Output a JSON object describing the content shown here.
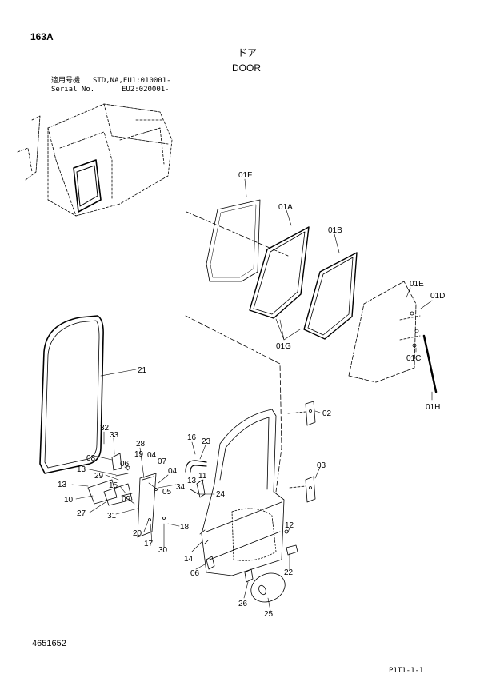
{
  "header": {
    "page_code": "163A",
    "title_jp": "ドア",
    "title_en": "DOOR",
    "applicable_jp": "適用号機",
    "serial_label": "Serial No.",
    "serial_1": "STD,NA,EU1:010001-",
    "serial_2": "EU2:020001-"
  },
  "footer": {
    "drawing_number": "4651652",
    "page_ref": "P1T1-1-1"
  },
  "callouts": [
    {
      "id": "c-01F",
      "label": "01F"
    },
    {
      "id": "c-01A",
      "label": "01A"
    },
    {
      "id": "c-01B",
      "label": "01B"
    },
    {
      "id": "c-01E",
      "label": "01E"
    },
    {
      "id": "c-01D",
      "label": "01D"
    },
    {
      "id": "c-01G",
      "label": "01G"
    },
    {
      "id": "c-01C",
      "label": "01C"
    },
    {
      "id": "c-01H",
      "label": "01H"
    },
    {
      "id": "c-21",
      "label": "21"
    },
    {
      "id": "c-02",
      "label": "02"
    },
    {
      "id": "c-03",
      "label": "03"
    },
    {
      "id": "c-32",
      "label": "32"
    },
    {
      "id": "c-33",
      "label": "33"
    },
    {
      "id": "c-06a",
      "label": "06"
    },
    {
      "id": "c-28",
      "label": "28"
    },
    {
      "id": "c-19",
      "label": "19"
    },
    {
      "id": "c-04a",
      "label": "04"
    },
    {
      "id": "c-07",
      "label": "07"
    },
    {
      "id": "c-04b",
      "label": "04"
    },
    {
      "id": "c-08",
      "label": "08"
    },
    {
      "id": "c-13a",
      "label": "13"
    },
    {
      "id": "c-29",
      "label": "29"
    },
    {
      "id": "c-16",
      "label": "16"
    },
    {
      "id": "c-23",
      "label": "23"
    },
    {
      "id": "c-11",
      "label": "11"
    },
    {
      "id": "c-13b",
      "label": "13"
    },
    {
      "id": "c-34",
      "label": "34"
    },
    {
      "id": "c-05",
      "label": "05"
    },
    {
      "id": "c-24",
      "label": "24"
    },
    {
      "id": "c-13c",
      "label": "13"
    },
    {
      "id": "c-15",
      "label": "15"
    },
    {
      "id": "c-10",
      "label": "10"
    },
    {
      "id": "c-09",
      "label": "09"
    },
    {
      "id": "c-27",
      "label": "27"
    },
    {
      "id": "c-31",
      "label": "31"
    },
    {
      "id": "c-18",
      "label": "18"
    },
    {
      "id": "c-20",
      "label": "20"
    },
    {
      "id": "c-17",
      "label": "17"
    },
    {
      "id": "c-30",
      "label": "30"
    },
    {
      "id": "c-12",
      "label": "12"
    },
    {
      "id": "c-14",
      "label": "14"
    },
    {
      "id": "c-06b",
      "label": "06"
    },
    {
      "id": "c-22",
      "label": "22"
    },
    {
      "id": "c-26",
      "label": "26"
    },
    {
      "id": "c-25",
      "label": "25"
    }
  ]
}
